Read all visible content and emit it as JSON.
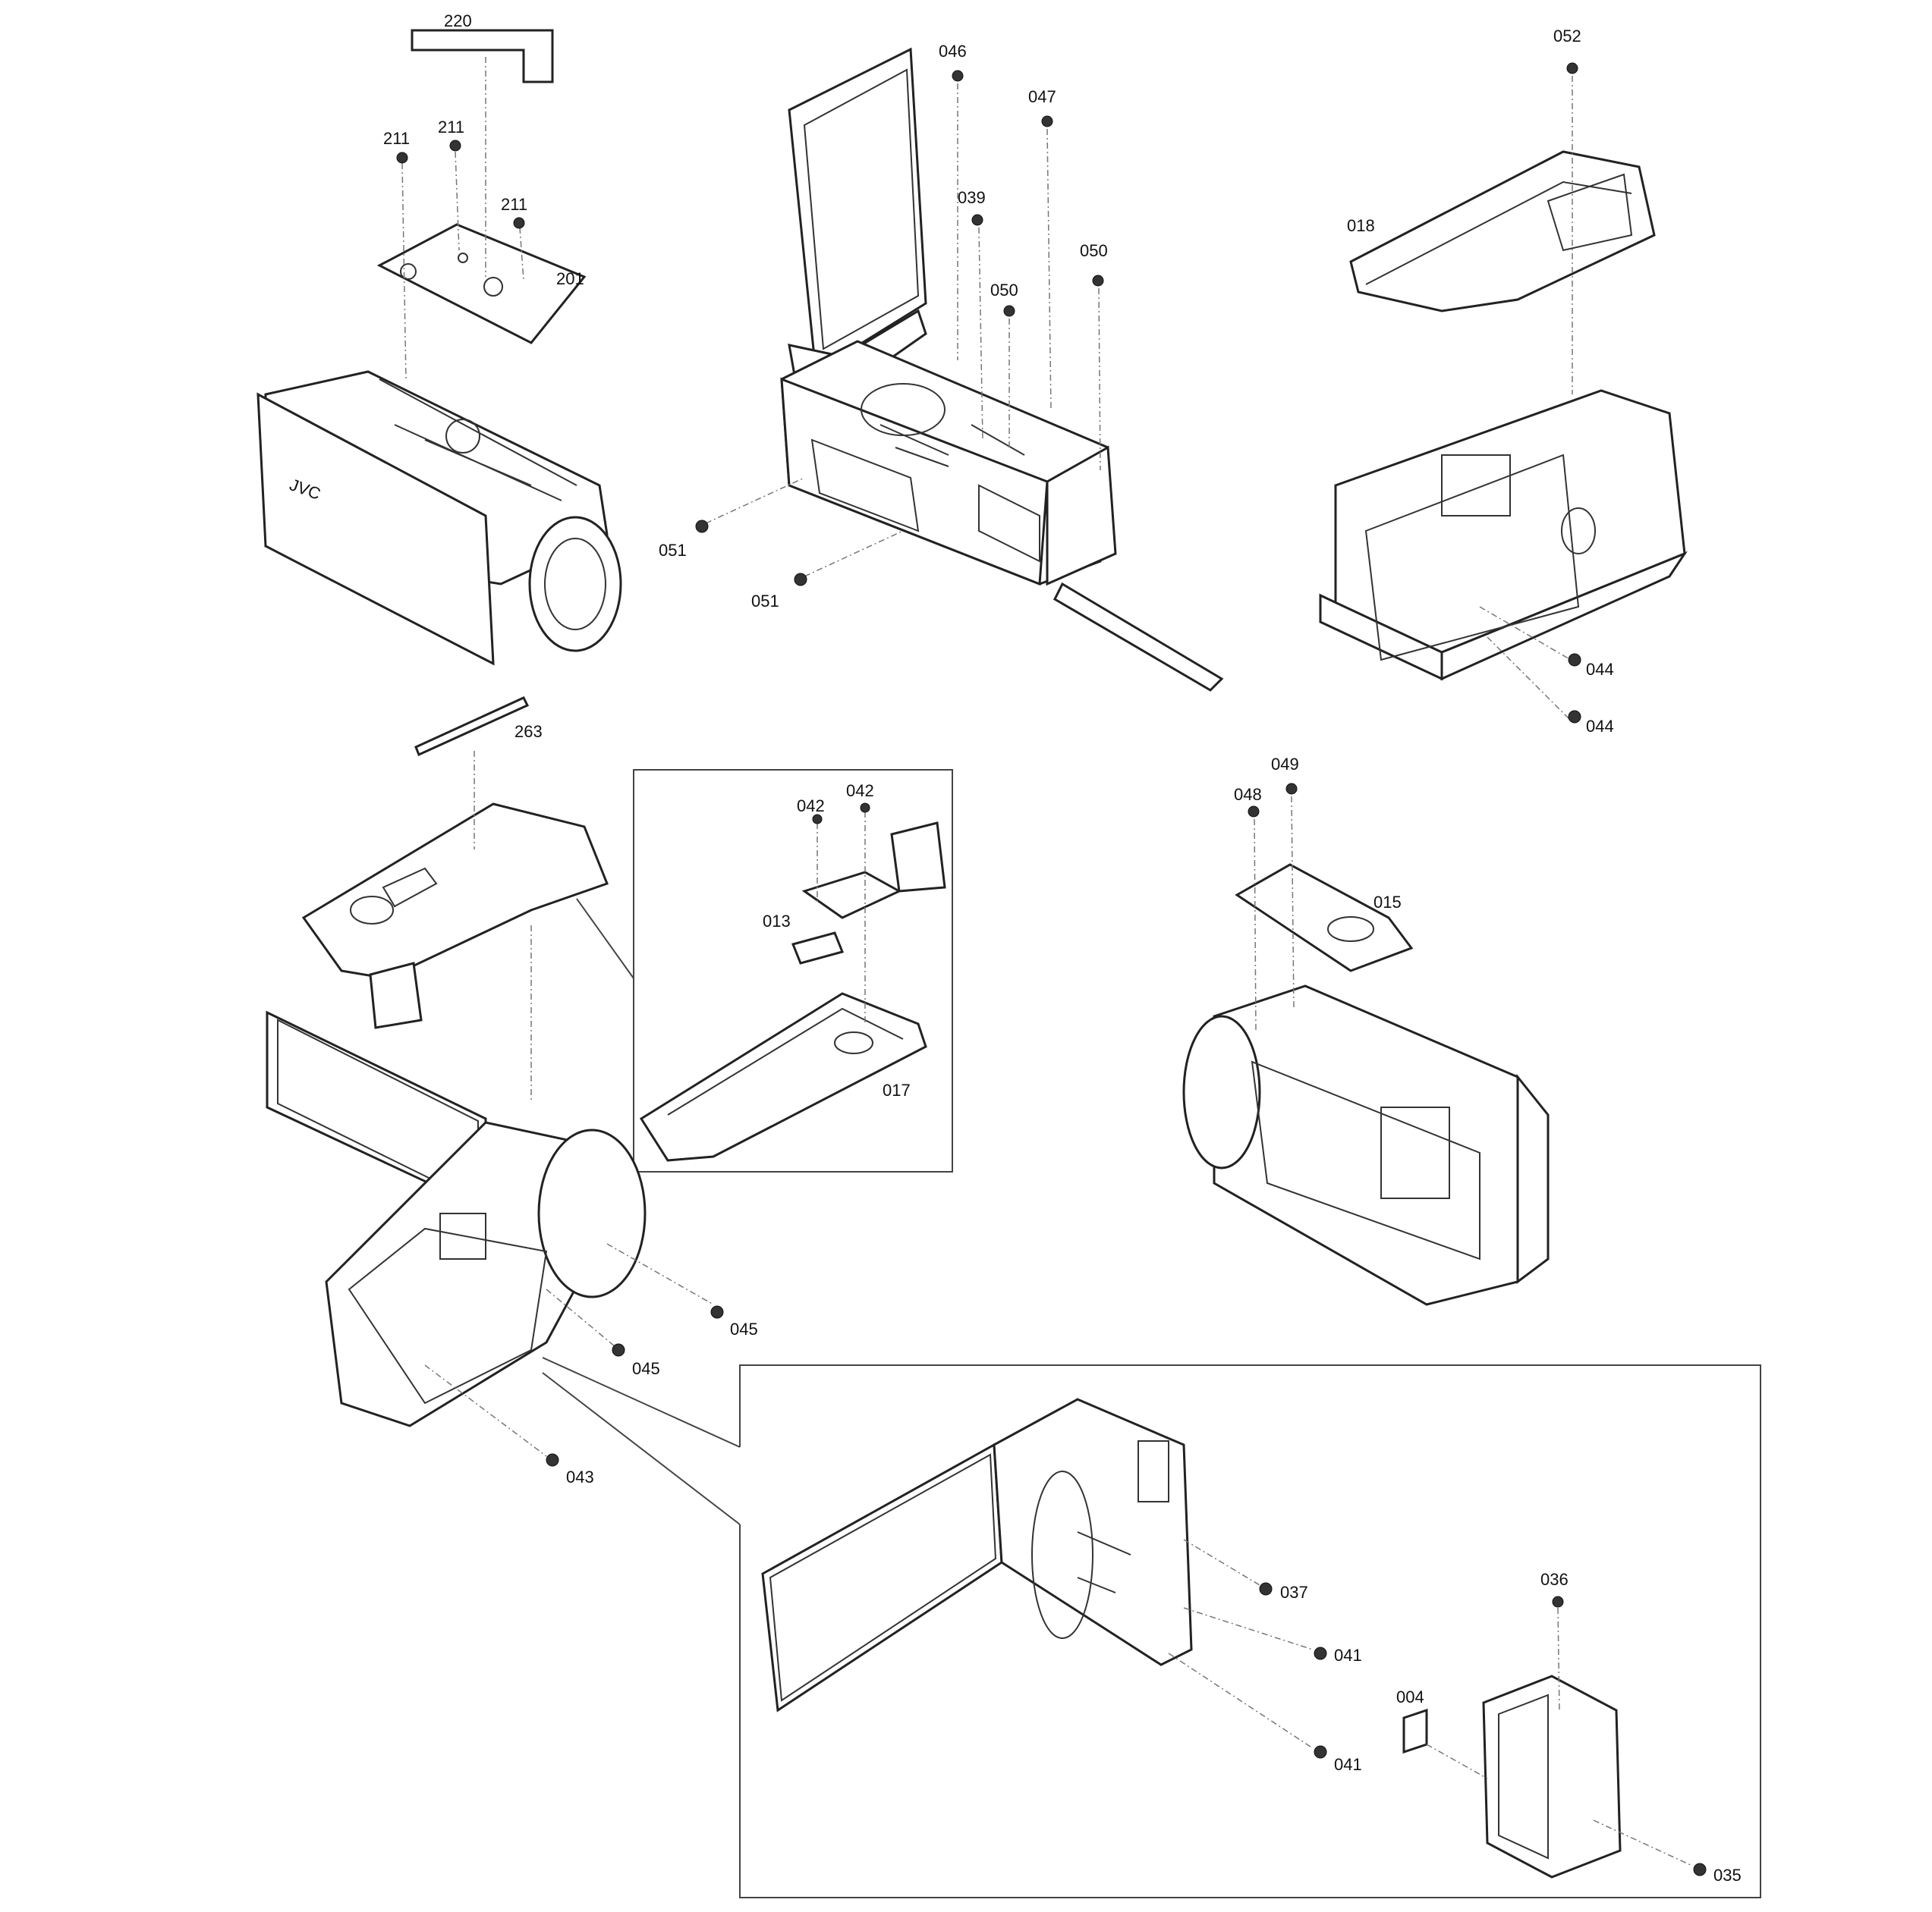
{
  "diagram": {
    "callouts": [
      {
        "id": "c220",
        "label": "220"
      },
      {
        "id": "c211a",
        "label": "211"
      },
      {
        "id": "c211b",
        "label": "211"
      },
      {
        "id": "c211c",
        "label": "211"
      },
      {
        "id": "c201",
        "label": "201"
      },
      {
        "id": "c046",
        "label": "046"
      },
      {
        "id": "c047",
        "label": "047"
      },
      {
        "id": "c039",
        "label": "039"
      },
      {
        "id": "c050a",
        "label": "050"
      },
      {
        "id": "c050b",
        "label": "050"
      },
      {
        "id": "c051a",
        "label": "051"
      },
      {
        "id": "c051b",
        "label": "051"
      },
      {
        "id": "c052",
        "label": "052"
      },
      {
        "id": "c018",
        "label": "018"
      },
      {
        "id": "c044a",
        "label": "044"
      },
      {
        "id": "c044b",
        "label": "044"
      },
      {
        "id": "c263",
        "label": "263"
      },
      {
        "id": "c042a",
        "label": "042"
      },
      {
        "id": "c042b",
        "label": "042"
      },
      {
        "id": "c013",
        "label": "013"
      },
      {
        "id": "c017",
        "label": "017"
      },
      {
        "id": "c049",
        "label": "049"
      },
      {
        "id": "c048",
        "label": "048"
      },
      {
        "id": "c015",
        "label": "015"
      },
      {
        "id": "c045a",
        "label": "045"
      },
      {
        "id": "c045b",
        "label": "045"
      },
      {
        "id": "c043",
        "label": "043"
      },
      {
        "id": "c037",
        "label": "037"
      },
      {
        "id": "c041a",
        "label": "041"
      },
      {
        "id": "c041b",
        "label": "041"
      },
      {
        "id": "c036",
        "label": "036"
      },
      {
        "id": "c004",
        "label": "004"
      },
      {
        "id": "c035",
        "label": "035"
      }
    ],
    "logo_text": "JVC",
    "colors": {
      "line": "#222222",
      "background": "#ffffff"
    }
  }
}
